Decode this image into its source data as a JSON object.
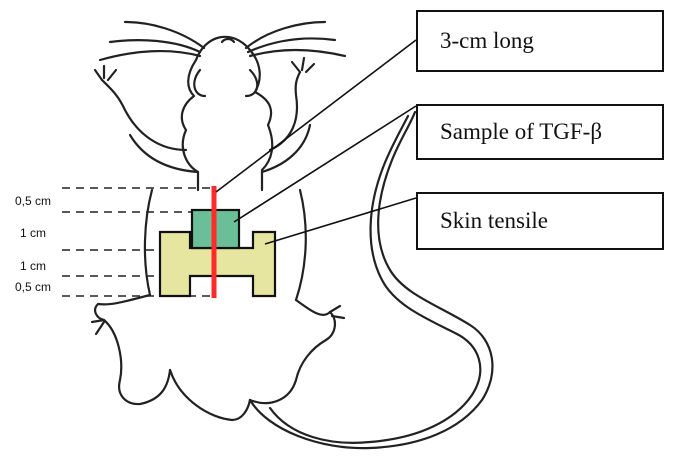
{
  "callouts": {
    "length": "3-cm long",
    "sample": "Sample of TGF-β",
    "tensile": "Skin tensile"
  },
  "dimensions": {
    "d1": "0,5 cm",
    "d2": "1 cm",
    "d3": "1 cm",
    "d4": "0,5 cm"
  },
  "colors": {
    "incision": "#ff2a2a",
    "sample_fill": "#6bbf98",
    "tensile_fill": "#e6e6a0",
    "outline": "#111111"
  }
}
